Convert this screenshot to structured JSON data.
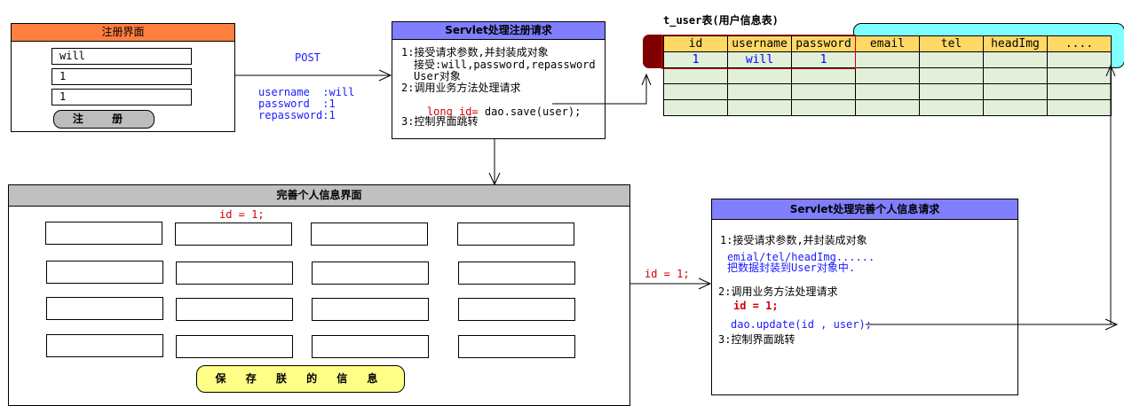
{
  "register_form": {
    "title": "注册界面",
    "username_value": "will",
    "password_value": "1",
    "repassword_value": "1",
    "submit_label": "注 册"
  },
  "post_arrow": {
    "method": "POST",
    "params": [
      "username  :will",
      "password  :1",
      "repassword:1"
    ]
  },
  "servlet_register": {
    "title": "Servlet处理注册请求",
    "lines": [
      "1:接受请求参数,并封装成对象",
      "接受:will,password,repassword",
      "User对象",
      "2:调用业务方法处理请求"
    ],
    "code_red": "long id=",
    "code_black": " dao.save(user);",
    "step3": "3:控制界面跳转"
  },
  "table": {
    "title": "t_user表(用户信息表)",
    "columns": [
      "id",
      "username",
      "password",
      "email",
      "tel",
      "headImg",
      "...."
    ],
    "row1": [
      "1",
      "will",
      "1",
      "",
      "",
      "",
      ""
    ]
  },
  "profile_form": {
    "title": "完善个人信息界面",
    "id_text": "id = 1;",
    "save_label": "保 存 朕 的 信 息"
  },
  "id_arrow": {
    "label": "id = 1;"
  },
  "servlet_update": {
    "title": "Servlet处理完善个人信息请求",
    "step1": "1:接受请求参数,并封装成对象",
    "fields": "emial/tel/headImg......",
    "wrap": "把数据封装到User对象中.",
    "step2": "2:调用业务方法处理请求",
    "id_red": "id = 1;",
    "update_call": "dao.update(id , user);",
    "step3": "3:控制界面跳转"
  },
  "colors": {
    "register_header": "#ff7f3f",
    "servlet_header": "#7f7fff",
    "profile_header": "#c0c0c0",
    "table_header": "#ffd966",
    "cyan_highlight": "#7fffff",
    "dark_red": "#800000",
    "save_button": "#ffff88"
  }
}
